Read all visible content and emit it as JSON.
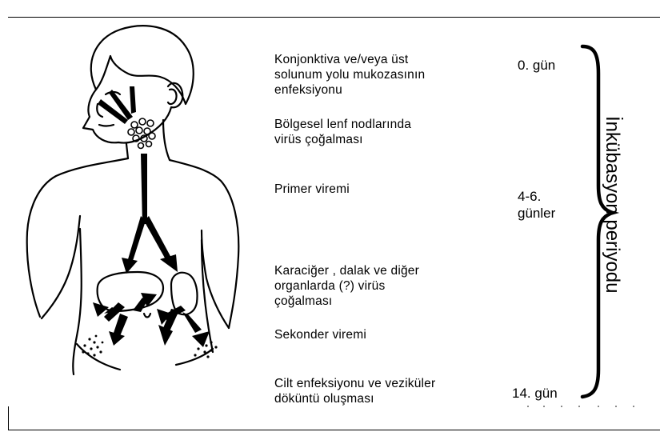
{
  "steps": [
    {
      "text": "Konjonktiva ve/veya üst\nsolunum yolu mukozasının\nenfeksiyonu"
    },
    {
      "text": "Bölgesel lenf nodlarında\nvirüs çoğalması"
    },
    {
      "text": "Primer viremi"
    },
    {
      "text": "Karaciğer , dalak ve diğer\norganlarda (?)  virüs\nçoğalması"
    },
    {
      "text": "Sekonder viremi"
    },
    {
      "text": "Cilt enfeksiyonu ve veziküler\ndöküntü oluşması"
    }
  ],
  "days": [
    {
      "text": "0. gün"
    },
    {
      "text": "4-6.\ngünler"
    },
    {
      "text": "14. gün"
    }
  ],
  "period_label": "İnkübasyon periyodu",
  "colors": {
    "ink": "#000000",
    "background": "#ffffff"
  }
}
